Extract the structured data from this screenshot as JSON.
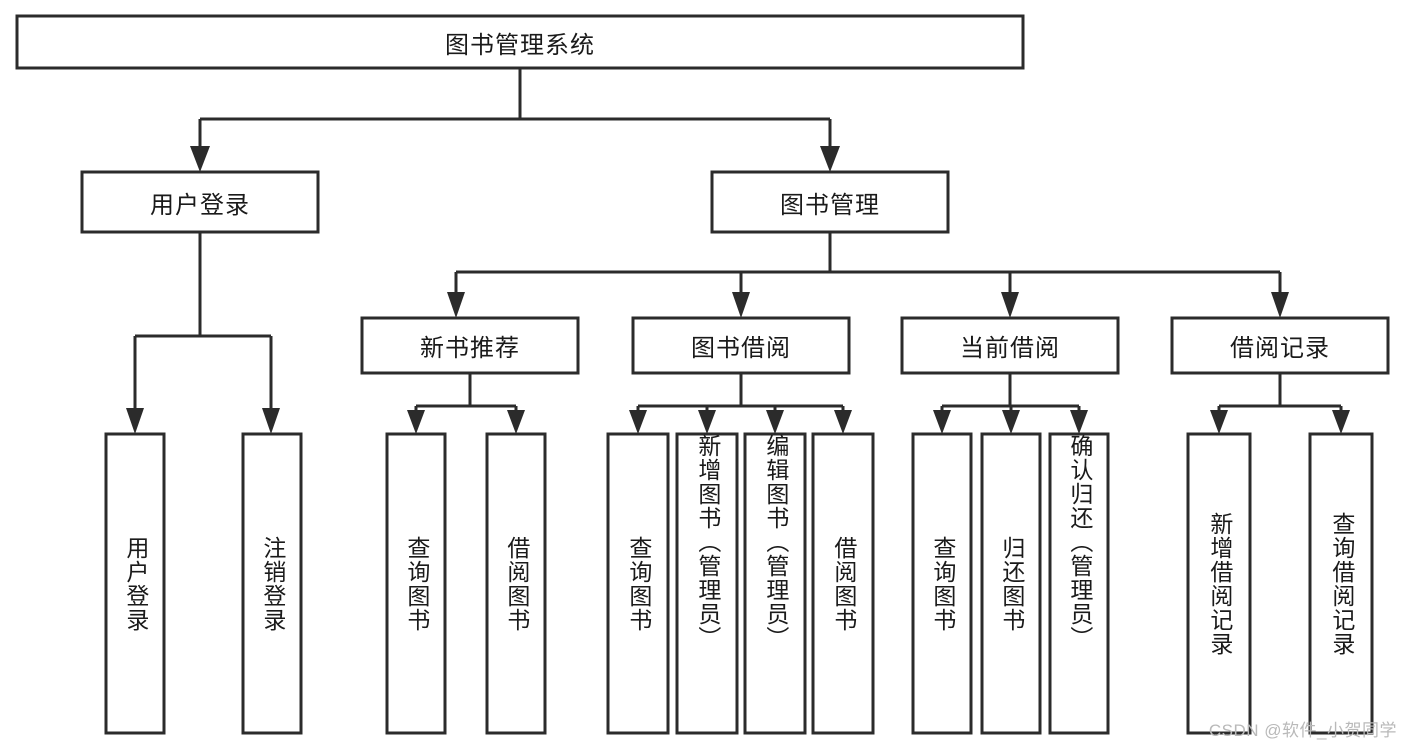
{
  "diagram": {
    "title_node": {
      "label": "图书管理系统"
    },
    "level2": [
      {
        "id": "user-login",
        "label": "用户登录"
      },
      {
        "id": "book-management",
        "label": "图书管理"
      }
    ],
    "level3": [
      {
        "id": "new-book-recommend",
        "label": "新书推荐"
      },
      {
        "id": "book-borrow",
        "label": "图书借阅"
      },
      {
        "id": "current-borrow",
        "label": "当前借阅"
      },
      {
        "id": "borrow-record",
        "label": "借阅记录"
      }
    ],
    "leaves": [
      {
        "id": "leaf-user-login",
        "label": "用户登录",
        "parent": "user-login"
      },
      {
        "id": "leaf-logout",
        "label": "注销登录",
        "parent": "user-login"
      },
      {
        "id": "leaf-query-book-1",
        "label": "查询图书",
        "parent": "new-book-recommend"
      },
      {
        "id": "leaf-borrow-book-1",
        "label": "借阅图书",
        "parent": "new-book-recommend"
      },
      {
        "id": "leaf-query-book-2",
        "label": "查询图书",
        "parent": "book-borrow"
      },
      {
        "id": "leaf-add-book",
        "label": "新增图书（管理员）",
        "parent": "book-borrow"
      },
      {
        "id": "leaf-edit-book",
        "label": "编辑图书（管理员）",
        "parent": "book-borrow"
      },
      {
        "id": "leaf-borrow-book-2",
        "label": "借阅图书",
        "parent": "book-borrow"
      },
      {
        "id": "leaf-query-book-3",
        "label": "查询图书",
        "parent": "current-borrow"
      },
      {
        "id": "leaf-return-book",
        "label": "归还图书",
        "parent": "current-borrow"
      },
      {
        "id": "leaf-confirm-return",
        "label": "确认归还（管理员）",
        "parent": "current-borrow"
      },
      {
        "id": "leaf-add-record",
        "label": "新增借阅记录",
        "parent": "borrow-record"
      },
      {
        "id": "leaf-query-record",
        "label": "查询借阅记录",
        "parent": "borrow-record"
      }
    ],
    "watermark": "CSDN @软件_小贺同学",
    "colors": {
      "stroke": "#2b2b2b",
      "fill": "#ffffff",
      "text": "#1a1a1a",
      "watermark": "#b9b9b9"
    }
  }
}
